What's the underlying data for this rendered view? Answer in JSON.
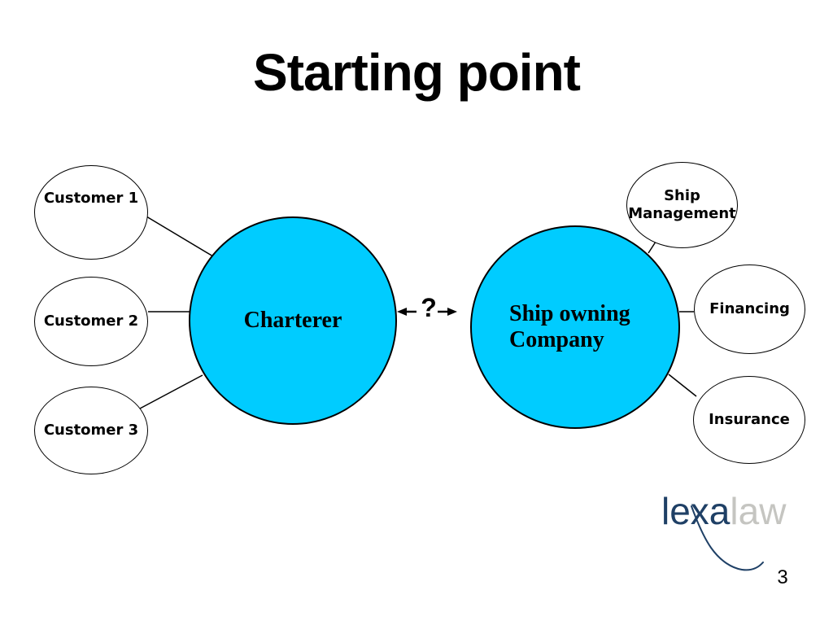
{
  "slide": {
    "title": "Starting point",
    "page_number": "3"
  },
  "diagram": {
    "customers": [
      {
        "label": "Customer 1"
      },
      {
        "label": "Customer 2"
      },
      {
        "label": "Customer 3"
      }
    ],
    "charterer": {
      "label": "Charterer"
    },
    "ship_owning_company": {
      "line1": "Ship owning",
      "line2": "Company"
    },
    "relationship_question": "?",
    "services": {
      "ship_management": {
        "line1": "Ship",
        "line2": "Management"
      },
      "financing": {
        "label": "Financing"
      },
      "insurance": {
        "label": "Insurance"
      }
    }
  },
  "logo": {
    "primary": "lexa",
    "secondary": "law"
  },
  "colors": {
    "company_circle_fill": "#00CCFF",
    "shape_outline": "#000000",
    "logo_primary": "#1F4066",
    "logo_secondary": "#C5C5C1"
  }
}
